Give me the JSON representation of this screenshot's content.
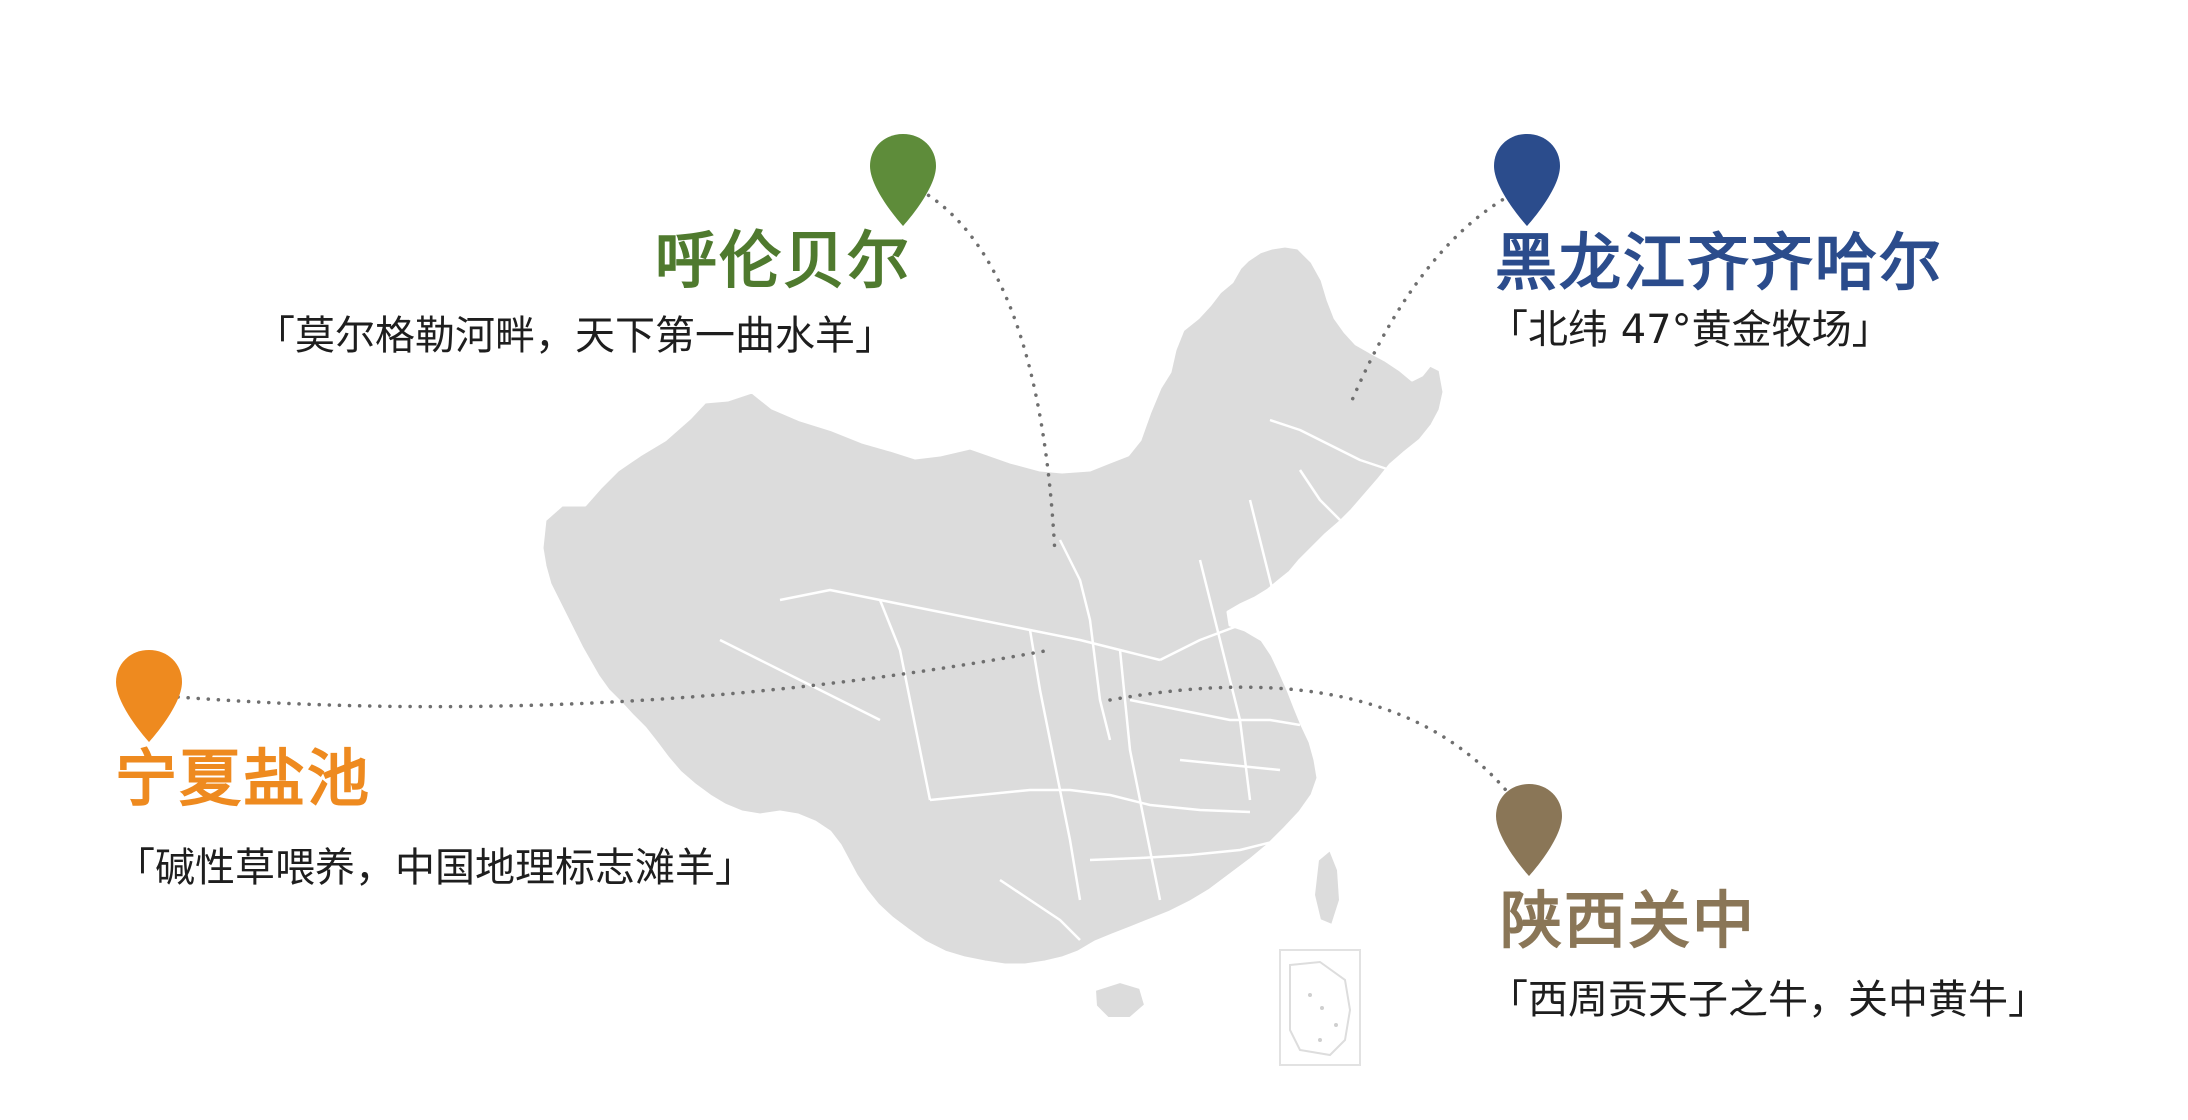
{
  "colors": {
    "map_fill": "#dcdcdc",
    "map_border": "#ffffff",
    "dotted_line": "#6f6f6f",
    "hulunbuir": "#5e8c3a",
    "heilongjiang": "#2b4c8c",
    "ningxia": "#ee8a1f",
    "shaanxi": "#8a7657"
  },
  "locations": {
    "hulunbuir": {
      "title": "呼伦贝尔",
      "desc": "「莫尔格勒河畔，天下第一曲水羊」",
      "pin_icon": "map-pin-icon"
    },
    "heilongjiang": {
      "title": "黑龙江齐齐哈尔",
      "desc": "「北纬 47°黄金牧场」",
      "pin_icon": "map-pin-icon"
    },
    "ningxia": {
      "title": "宁夏盐池",
      "desc": "「碱性草喂养，中国地理标志滩羊」",
      "pin_icon": "map-pin-icon"
    },
    "shaanxi": {
      "title": "陕西关中",
      "desc": "「西周贡天子之牛，关中黄牛」",
      "pin_icon": "map-pin-icon"
    }
  }
}
